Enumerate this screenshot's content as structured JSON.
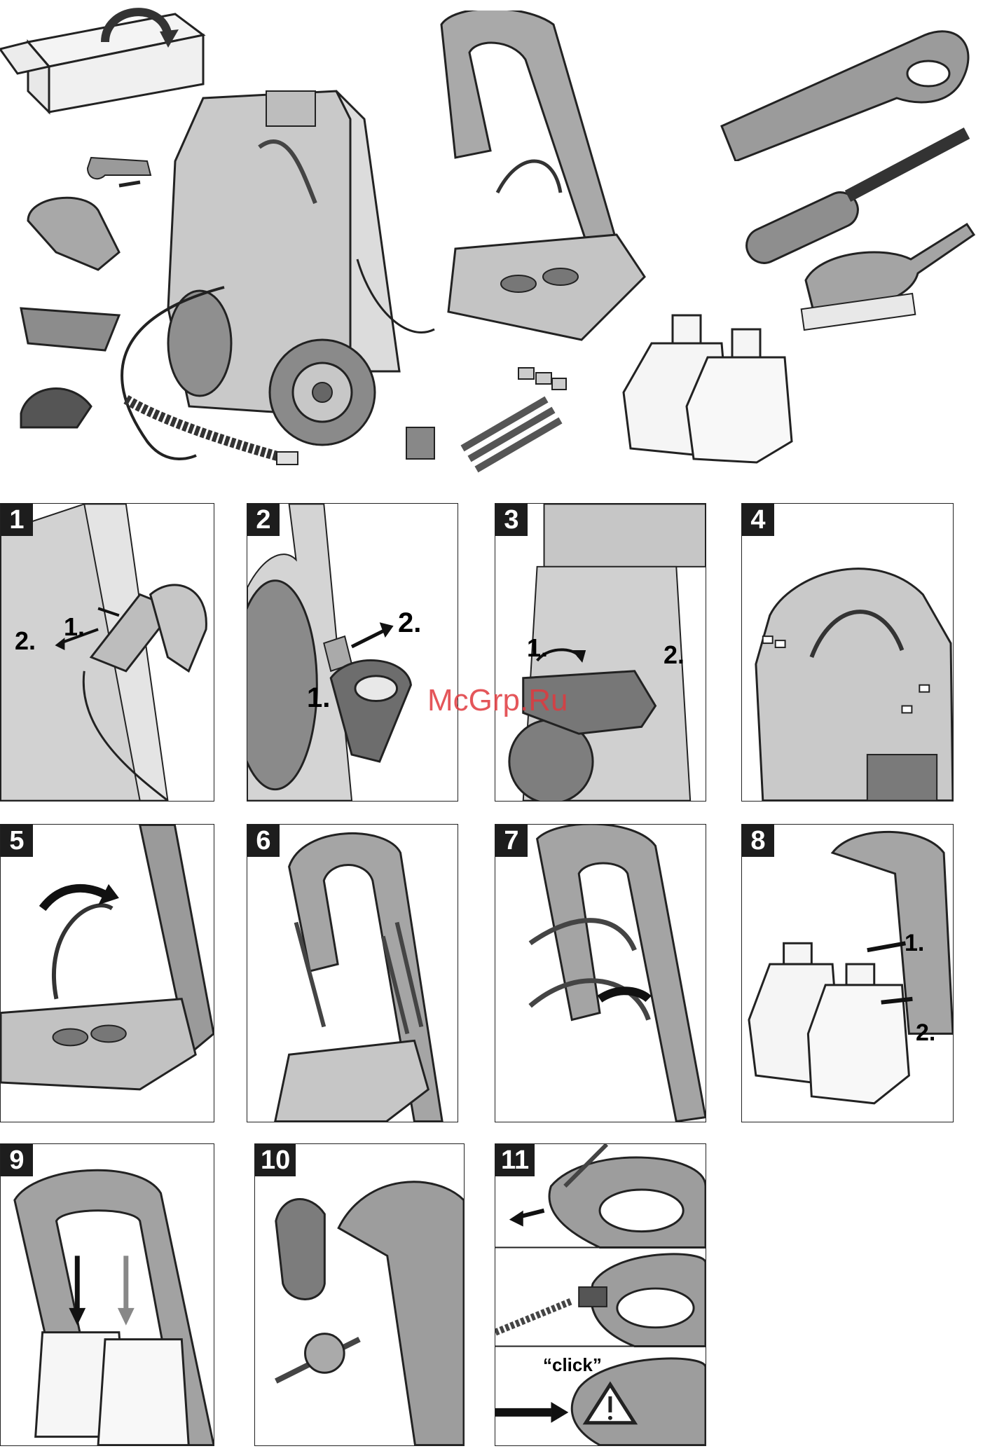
{
  "watermark": "McGrp.Ru",
  "steps": [
    {
      "number": "1",
      "labels": [
        "1.",
        "2."
      ]
    },
    {
      "number": "2",
      "labels": [
        "1.",
        "2."
      ]
    },
    {
      "number": "3",
      "labels": [
        "1.",
        "2."
      ]
    },
    {
      "number": "4",
      "labels": []
    },
    {
      "number": "5",
      "labels": []
    },
    {
      "number": "6",
      "labels": []
    },
    {
      "number": "7",
      "labels": []
    },
    {
      "number": "8",
      "labels": [
        "1.",
        "2."
      ]
    },
    {
      "number": "9",
      "labels": []
    },
    {
      "number": "10",
      "labels": []
    },
    {
      "number": "11",
      "labels": [
        "“click”"
      ]
    }
  ]
}
